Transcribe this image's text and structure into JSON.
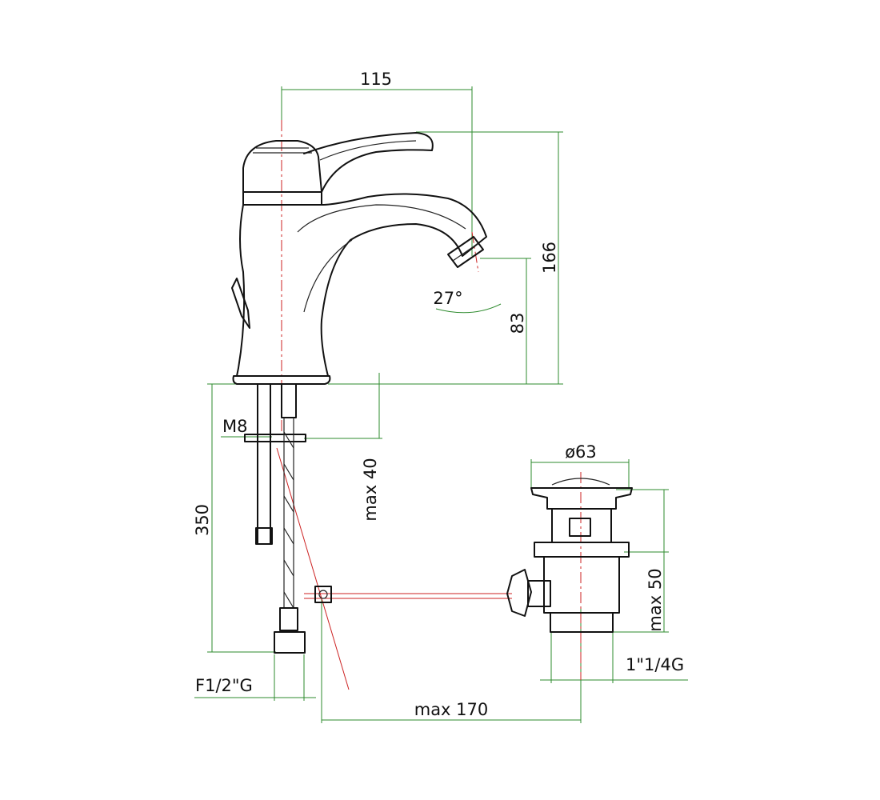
{
  "dimensions": {
    "spout_reach": "115",
    "total_height": "166",
    "spout_height": "83",
    "spout_angle": "27°",
    "thread_m8": "M8",
    "max_deck": "max 40",
    "hose_length": "350",
    "waste_diameter": "ø63",
    "waste_max_depth": "max 50",
    "waste_thread": "1\"1/4G",
    "hose_thread": "F1/2\"G",
    "rod_reach": "max 170"
  },
  "colors": {
    "outline": "#111111",
    "dimension_lines": "#2e8b2e",
    "center_axis": "#cc2222"
  }
}
